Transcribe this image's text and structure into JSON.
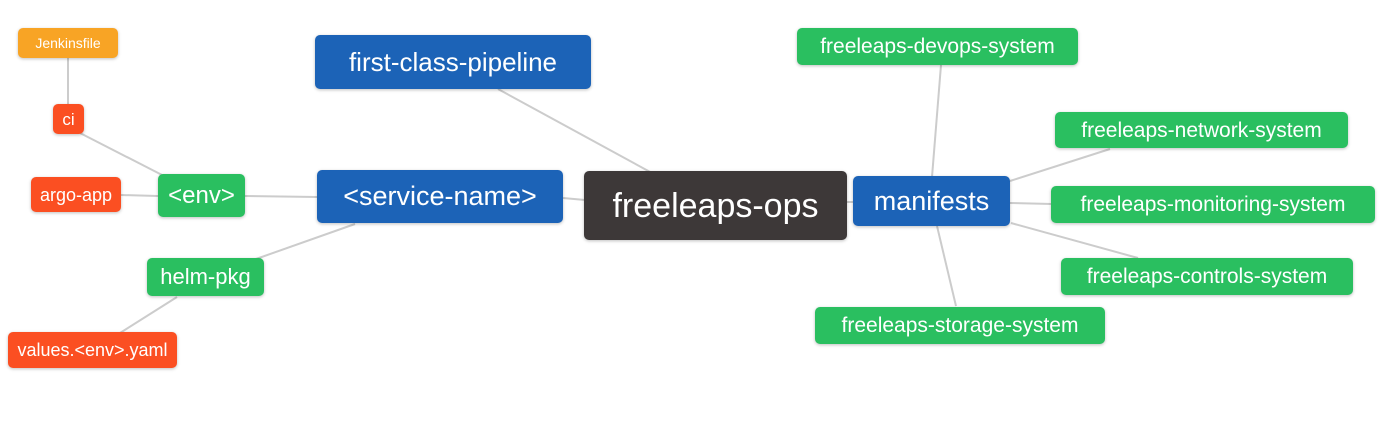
{
  "palette": {
    "blue": "#1c63b7",
    "green": "#2abf60",
    "orange_red": "#fb4f22",
    "amber": "#f8a425",
    "dark": "#3d3838",
    "edge": "#cccccc",
    "text": "#ffffff",
    "background": "#ffffff"
  },
  "mindmap": {
    "nodes": [
      {
        "id": "jenkinsfile",
        "label": "Jenkinsfile",
        "color": "amber"
      },
      {
        "id": "ci",
        "label": "ci",
        "color": "orange_red"
      },
      {
        "id": "argo-app",
        "label": "argo-app",
        "color": "orange_red"
      },
      {
        "id": "env",
        "label": "<env>",
        "color": "green"
      },
      {
        "id": "helm-pkg",
        "label": "helm-pkg",
        "color": "green"
      },
      {
        "id": "values-env-yaml",
        "label": "values.<env>.yaml",
        "color": "orange_red"
      },
      {
        "id": "first-class-pipeline",
        "label": "first-class-pipeline",
        "color": "blue"
      },
      {
        "id": "service-name",
        "label": "<service-name>",
        "color": "blue"
      },
      {
        "id": "freeleaps-ops",
        "label": "freeleaps-ops",
        "color": "dark"
      },
      {
        "id": "manifests",
        "label": "manifests",
        "color": "blue"
      },
      {
        "id": "freeleaps-devops-system",
        "label": "freeleaps-devops-system",
        "color": "green"
      },
      {
        "id": "freeleaps-network-system",
        "label": "freeleaps-network-system",
        "color": "green"
      },
      {
        "id": "freeleaps-monitoring-system",
        "label": "freeleaps-monitoring-system",
        "color": "green"
      },
      {
        "id": "freeleaps-controls-system",
        "label": "freeleaps-controls-system",
        "color": "green"
      },
      {
        "id": "freeleaps-storage-system",
        "label": "freeleaps-storage-system",
        "color": "green"
      }
    ],
    "edges": [
      [
        "jenkinsfile",
        "ci"
      ],
      [
        "ci",
        "env"
      ],
      [
        "argo-app",
        "env"
      ],
      [
        "env",
        "service-name"
      ],
      [
        "helm-pkg",
        "service-name"
      ],
      [
        "values-env-yaml",
        "helm-pkg"
      ],
      [
        "first-class-pipeline",
        "freeleaps-ops"
      ],
      [
        "service-name",
        "freeleaps-ops"
      ],
      [
        "freeleaps-ops",
        "manifests"
      ],
      [
        "manifests",
        "freeleaps-devops-system"
      ],
      [
        "manifests",
        "freeleaps-network-system"
      ],
      [
        "manifests",
        "freeleaps-monitoring-system"
      ],
      [
        "manifests",
        "freeleaps-controls-system"
      ],
      [
        "manifests",
        "freeleaps-storage-system"
      ]
    ]
  }
}
